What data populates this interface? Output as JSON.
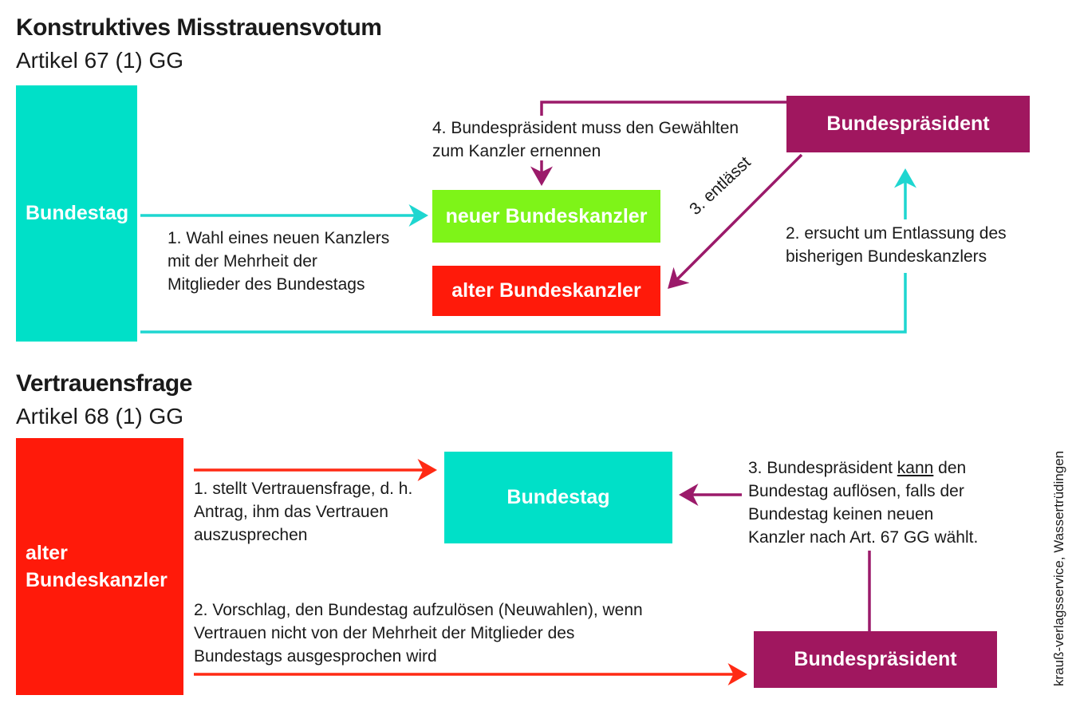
{
  "section1": {
    "title": "Konstruktives Misstrauensvotum",
    "subtitle": "Artikel 67 (1) GG",
    "box_bundestag": "Bundestag",
    "box_praesident": "Bundespräsident",
    "box_neuer": "neuer Bundeskanzler",
    "box_alter": "alter Bundeskanzler",
    "step1": [
      "1. Wahl eines neuen Kanzlers",
      "mit der Mehrheit der",
      "Mitglieder des Bundestags"
    ],
    "step2": [
      "2. ersucht um Entlassung des",
      "bisherigen Bundeskanzlers"
    ],
    "step3": "3. entlässt",
    "step4": [
      "4. Bundespräsident muss den Gewählten",
      "zum Kanzler ernennen"
    ]
  },
  "section2": {
    "title": "Vertrauensfrage",
    "subtitle": "Artikel 68 (1) GG",
    "box_alter": [
      "alter",
      "Bundeskanzler"
    ],
    "box_bundestag": "Bundestag",
    "box_praesident": "Bundespräsident",
    "step1": [
      "1. stellt Vertrauensfrage, d. h.",
      "Antrag, ihm das Vertrauen",
      "auszusprechen"
    ],
    "step2": [
      "2. Vorschlag, den Bundestag aufzulösen (Neuwahlen), wenn",
      "Vertrauen nicht von der Mehrheit der Mitglieder des",
      "Bundestags ausgesprochen wird"
    ],
    "step3": {
      "line1_pre": "3. Bundespräsident ",
      "line1_emph": "kann",
      "line1_post": " den",
      "lines": [
        "Bundestag auflösen, falls der",
        "Bundestag keinen neuen",
        "Kanzler nach Art. 67 GG wählt."
      ]
    }
  },
  "credit": "krauß-verlagsservice, Wassertrüdingen",
  "colors": {
    "turquoise": "#00e0c8",
    "green": "#7ef418",
    "red": "#ff1a0a",
    "purple": "#a0175f",
    "arrow_turquoise": "#1ed6d0",
    "arrow_purple": "#9b1a6a",
    "arrow_red": "#ff2a14"
  }
}
